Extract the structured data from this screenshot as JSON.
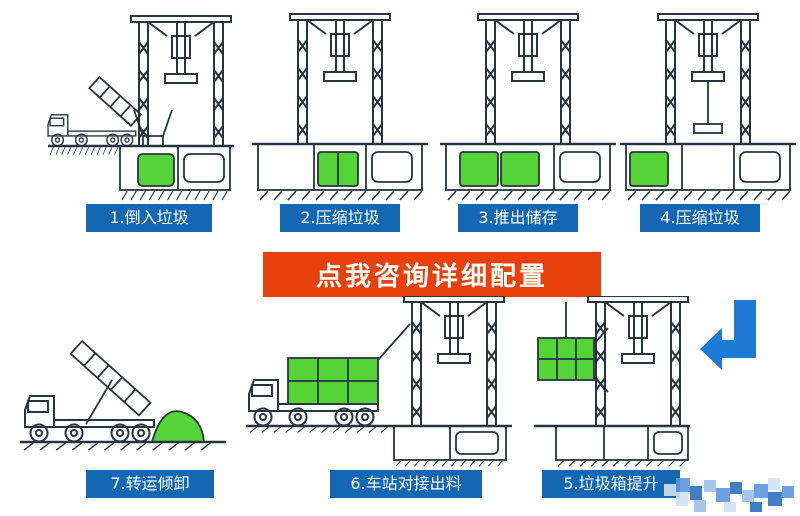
{
  "colors": {
    "label-bg": "#1468b3",
    "label-text": "#ffffff",
    "banner-bg": "#e8410c",
    "banner-text": "#ffffff",
    "green": "#55d437",
    "line": "#26343f",
    "arrow": "#1e7ad6"
  },
  "banner": {
    "label": "点我咨询详细配置"
  },
  "steps": [
    {
      "label": "1.倒入垃圾"
    },
    {
      "label": "2.压缩垃圾"
    },
    {
      "label": "3.推出储存"
    },
    {
      "label": "4.压缩垃圾"
    },
    {
      "label": "5.垃圾箱提升"
    },
    {
      "label": "6.车站对接出料"
    },
    {
      "label": "7.转运倾卸"
    }
  ]
}
